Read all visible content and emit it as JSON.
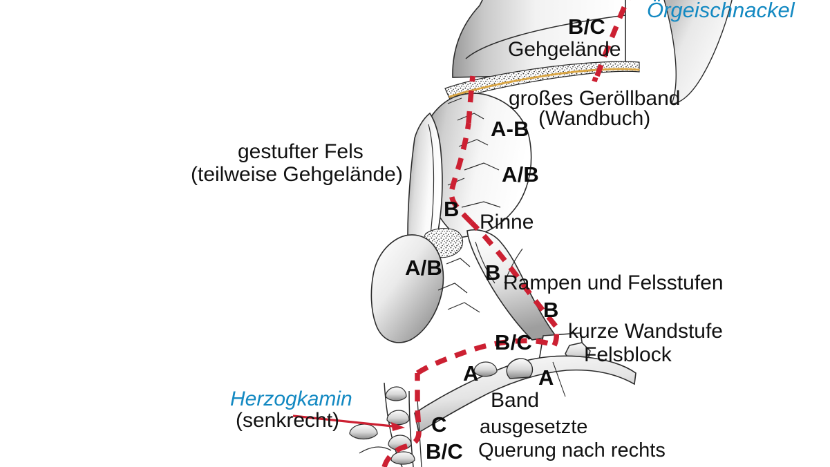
{
  "diagram": {
    "title_visible": false,
    "type": "climbing-route-topo",
    "colors": {
      "route_line": "#cc2032",
      "peak_label": "#1389c2",
      "rock_outline": "#2b2b2b",
      "scree_line": "#d9a441",
      "arrow": "#cc2032",
      "background": "#ffffff"
    }
  },
  "peaks": [
    {
      "name": "Örgeischnackel"
    }
  ],
  "features": [
    {
      "name": "Herzogkamin",
      "note": "(senkrecht)"
    }
  ],
  "terrain_labels": [
    {
      "text": "Gehgelände"
    },
    {
      "text": "großes Geröllband"
    },
    {
      "text": "(Wandbuch)"
    },
    {
      "text": "gestufter Fels"
    },
    {
      "text": "(teilweise Gehgelände)"
    },
    {
      "text": "Rinne"
    },
    {
      "text": "Rampen und Felsstufen"
    },
    {
      "text": "kurze Wandstufe"
    },
    {
      "text": "Felsblock"
    },
    {
      "text": "Band"
    },
    {
      "text": "ausgesetzte"
    },
    {
      "text": "Querung nach rechts"
    }
  ],
  "grades": [
    {
      "id": "g-top",
      "text": "B/C"
    },
    {
      "id": "g-ab1",
      "text": "A-B"
    },
    {
      "id": "g-ab2",
      "text": "A/B"
    },
    {
      "id": "g-b1",
      "text": "B"
    },
    {
      "id": "g-ab3",
      "text": "A/B"
    },
    {
      "id": "g-b2",
      "text": "B"
    },
    {
      "id": "g-b3",
      "text": "B"
    },
    {
      "id": "g-bc2",
      "text": "B/C"
    },
    {
      "id": "g-a1",
      "text": "A"
    },
    {
      "id": "g-a2",
      "text": "A"
    },
    {
      "id": "g-c",
      "text": "C"
    },
    {
      "id": "g-bc3",
      "text": "B/C"
    }
  ],
  "chart_data": {
    "type": "diagram",
    "title": "",
    "description": "Climbing route topo: dashed red route line ascending a rock face from bottom-left to top-right, annotated with Austrian/UIAA-style letter grades and German terrain descriptions.",
    "route_grades_bottom_to_top": [
      "B/C",
      "C",
      "A",
      "A",
      "B/C",
      "B",
      "B",
      "A/B",
      "B",
      "A/B",
      "A-B",
      "B/C"
    ],
    "sections": [
      {
        "grade": "B/C",
        "terrain": "ausgesetzte Querung nach rechts"
      },
      {
        "grade": "C",
        "terrain": "Herzogkamin (senkrecht)"
      },
      {
        "grade": "A",
        "terrain": "Band"
      },
      {
        "grade": "A",
        "terrain": "Band"
      },
      {
        "grade": "B/C",
        "terrain": "kurze Wandstufe / Felsblock"
      },
      {
        "grade": "B",
        "terrain": "Rampen und Felsstufen"
      },
      {
        "grade": "B",
        "terrain": "Rampen und Felsstufen"
      },
      {
        "grade": "A/B",
        "terrain": "Rinne"
      },
      {
        "grade": "B",
        "terrain": "gestufter Fels"
      },
      {
        "grade": "A/B",
        "terrain": "gestufter Fels (teilweise Gehgelände)"
      },
      {
        "grade": "A-B",
        "terrain": "gestufter Fels"
      },
      {
        "grade": "B/C",
        "terrain": "Gehgelände"
      }
    ],
    "landmarks": [
      "großes Geröllband (Wandbuch)",
      "Örgeischnackel"
    ]
  }
}
